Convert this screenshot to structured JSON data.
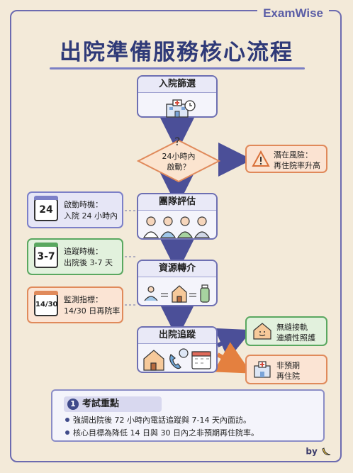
{
  "brand": "ExamWise",
  "title": "出院準備服務核心流程",
  "steps": {
    "screen": "入院篩選",
    "decision": {
      "line1": "24小時內",
      "line2": "啟動？"
    },
    "team": "團隊評估",
    "resource": "資源轉介",
    "followup": "出院追蹤"
  },
  "risk": {
    "line1": "潛在風險：",
    "line2": "再住院率升高"
  },
  "side_notes": [
    {
      "badge": "24",
      "line1": "啟動時機：",
      "line2": "入院 24 小時內",
      "color": "#7c80c8",
      "bg": "#e6e6f6"
    },
    {
      "badge": "3-7",
      "line1": "追蹤時機：",
      "line2": "出院後 3-7 天",
      "color": "#5aa860",
      "bg": "#e2f1dd"
    },
    {
      "badge": "14/30",
      "line1": "監測指標：",
      "line2": "14/30 日再院率",
      "color": "#e08a5b",
      "bg": "#fbe4d4"
    }
  ],
  "outcomes": [
    {
      "line1": "無縫接軌",
      "line2": "連續性照護",
      "color": "#5aa860",
      "bg": "#e2f1dd"
    },
    {
      "line1": "非預期",
      "line2": "再住院",
      "color": "#e08a5b",
      "bg": "#fbe4d4"
    }
  ],
  "exam": {
    "num": "1",
    "title": "考試重點",
    "bullets": [
      "強調出院後 72 小時內電話追蹤與 7-14 天內面訪。",
      "核心目標為降低 14 日與 30 日內之非預期再住院率。"
    ]
  },
  "by": "by"
}
